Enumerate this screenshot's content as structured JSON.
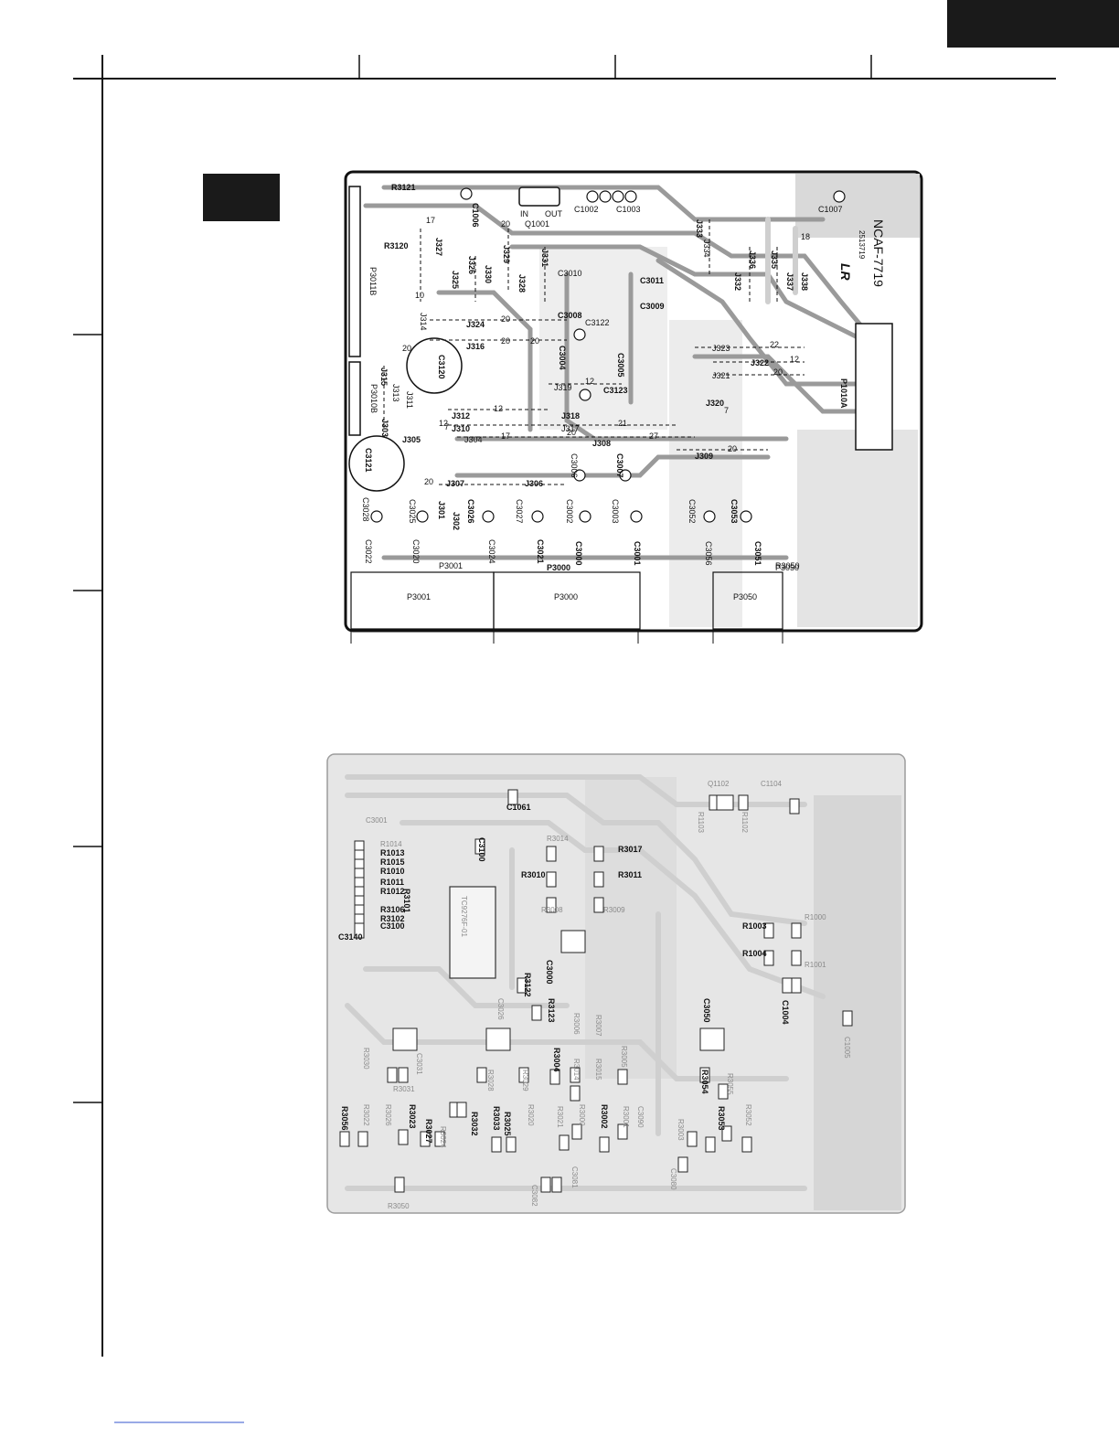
{
  "top_board": {
    "board_code": "NCAF-7719",
    "board_sub": "2513719",
    "logo_mark": "LR",
    "q1001": {
      "name": "Q1001",
      "in": "IN",
      "out": "OUT"
    },
    "labels": [
      "R3121",
      "R3120",
      "C1006",
      "C1002",
      "C1003",
      "C1007",
      "P3011B",
      "P3010B",
      "J327",
      "J329",
      "J331",
      "J326",
      "J330",
      "J325",
      "J328",
      "C3010",
      "C3011",
      "C3009",
      "C3008",
      "C3122",
      "J324",
      "J316",
      "J314",
      "C3120",
      "C3004",
      "C3005",
      "J319",
      "C3123",
      "J315",
      "J313",
      "J311",
      "J303",
      "J318",
      "J312",
      "J310",
      "J317",
      "J304",
      "J305",
      "C3121",
      "J308",
      "C3006",
      "C3007",
      "J309",
      "J307",
      "J306",
      "J301",
      "J302",
      "C3028",
      "C3026",
      "C3025",
      "C3027",
      "C3002",
      "C3003",
      "C3022",
      "C3020",
      "C3024",
      "C3021",
      "C3000",
      "C3001",
      "C3052",
      "C3053",
      "C3056",
      "C3051",
      "J333",
      "J334",
      "J336",
      "J335",
      "J332",
      "J337",
      "J338",
      "J323",
      "J322",
      "J321",
      "J320",
      "P1010A",
      "P3001",
      "P3000",
      "P3050",
      "R3050"
    ],
    "numbers": [
      "17",
      "20",
      "20",
      "20",
      "12",
      "12",
      "12",
      "20",
      "20",
      "22",
      "12",
      "20",
      "7",
      "21",
      "17",
      "27",
      "20",
      "18",
      "10",
      "20",
      "20",
      "7"
    ]
  },
  "bottom_board": {
    "ic_label": "TC9276F-01",
    "labels": [
      "Q1102",
      "C1104",
      "C1061",
      "R1103",
      "R1102",
      "C3100",
      "R3014",
      "R3017",
      "R3010",
      "R3011",
      "R3009",
      "R3008",
      "R1014",
      "R1013",
      "R1015",
      "R1010",
      "R1011",
      "R1012",
      "R3101",
      "R3106",
      "R3102",
      "C3100",
      "C3140",
      "C3000",
      "R3122",
      "R3123",
      "R1003",
      "R1004",
      "R1000",
      "R1001",
      "C1004",
      "C1005",
      "R3030",
      "C3031",
      "R3031",
      "R3028",
      "R3029",
      "C3026",
      "R3006",
      "R3007",
      "R3004",
      "R3014",
      "R3015",
      "R3005",
      "C3050",
      "R3054",
      "R3055",
      "R3053",
      "R3056",
      "R3022",
      "R3026",
      "R3023",
      "R3027",
      "R3024",
      "R3032",
      "R3033",
      "R3025",
      "R3020",
      "R3021",
      "R3000",
      "R3002",
      "R3001",
      "R3003",
      "R3052",
      "R3050",
      "C3082",
      "C3081",
      "C3080",
      "C3090",
      "C3001"
    ]
  }
}
